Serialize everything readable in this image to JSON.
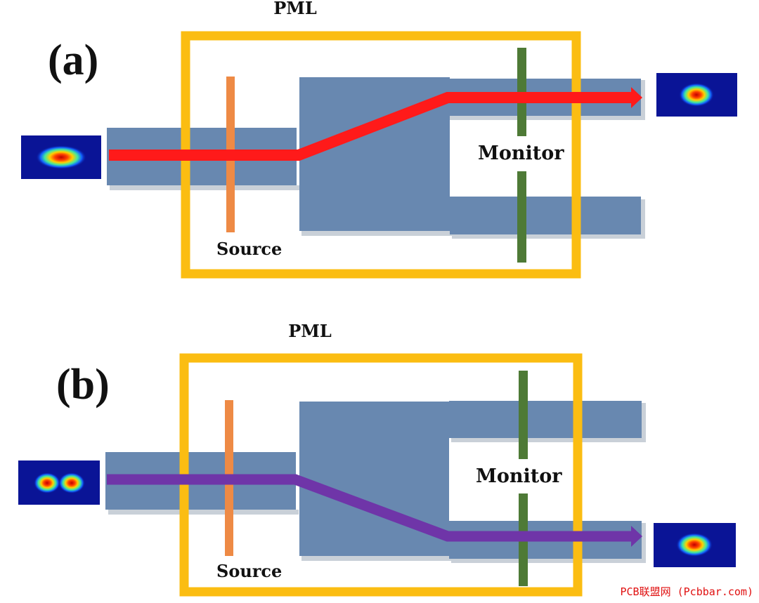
{
  "panels": [
    {
      "label": "(a)",
      "pml_label": "PML",
      "source_label": "Source",
      "monitor_label": "Monitor",
      "beam_color": "#ff1a1a",
      "input_mode": "single-lobe",
      "output_port": "upper"
    },
    {
      "label": "(b)",
      "pml_label": "PML",
      "source_label": "Source",
      "monitor_label": "Monitor",
      "beam_color": "#6f35a8",
      "input_mode": "two-lobe",
      "output_port": "lower"
    }
  ],
  "colors": {
    "pml": "#fbbd12",
    "waveguide": "#6888b0",
    "waveguide_shadow": "#c9d0d8",
    "source": "#ee8a45",
    "monitor": "#4e7a36",
    "mode_background": "#0a1496"
  },
  "watermark": "PCB联盟网 (Pcbbar.com)"
}
